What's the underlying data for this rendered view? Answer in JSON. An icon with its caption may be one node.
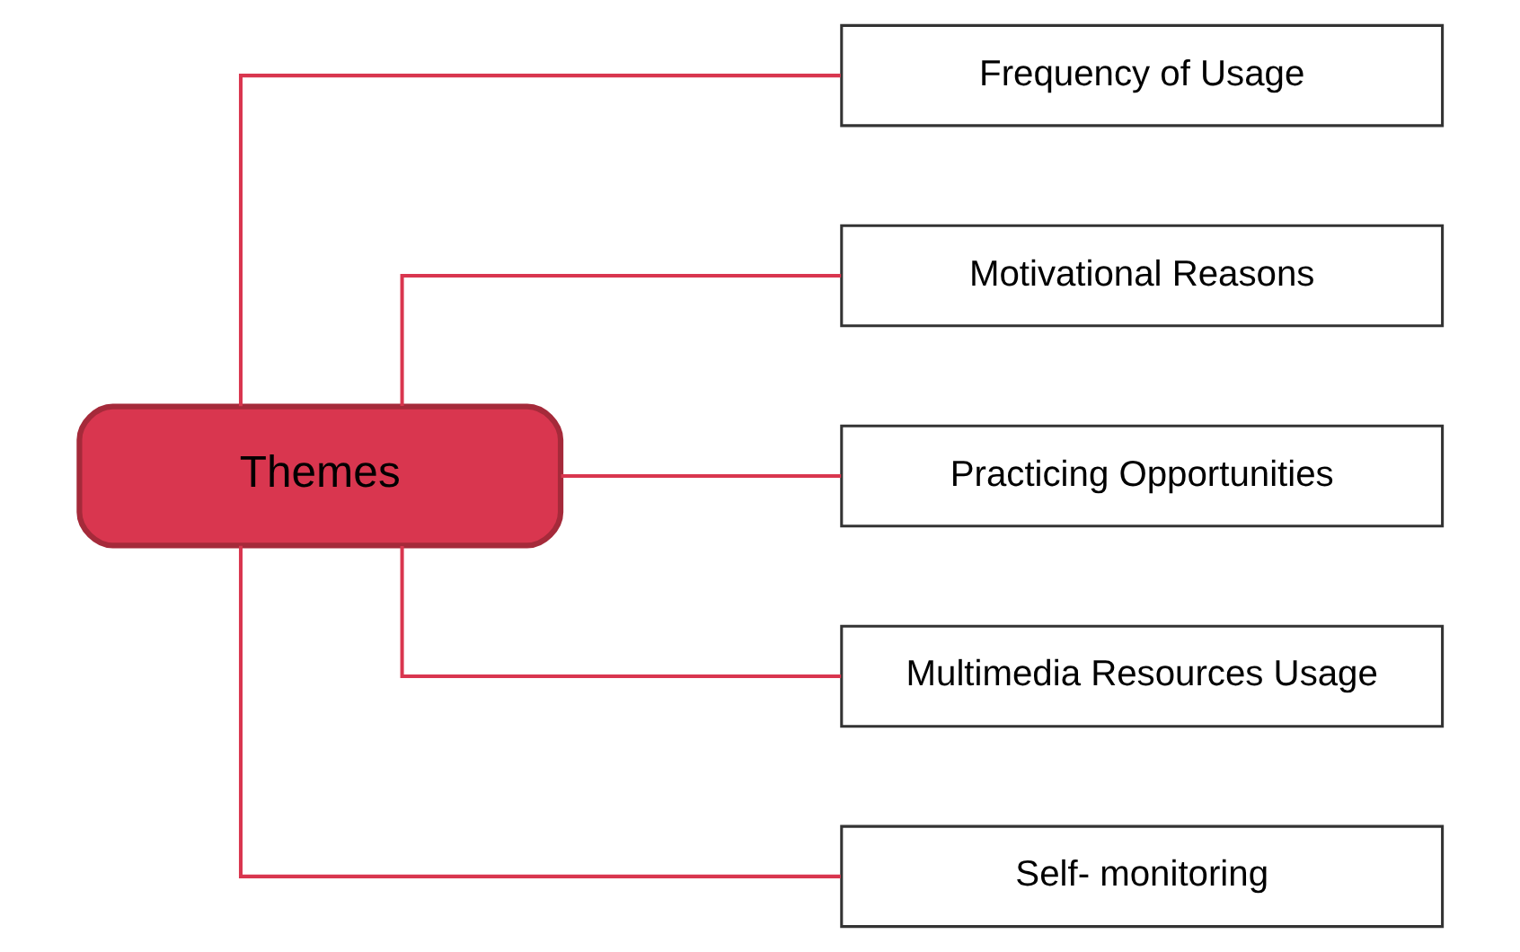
{
  "diagram": {
    "nodes": [
      {
        "text": [
          "Themes"
        ]
      },
      {
        "text": [
          "Frequency of Usage"
        ]
      },
      {
        "text": [
          "Motivational Reasons"
        ]
      },
      {
        "text": [
          "Practicing Opportunities"
        ]
      },
      {
        "text": [
          "Multimedia Resources Usage"
        ]
      },
      {
        "text": [
          "Self- monitoring"
        ]
      }
    ],
    "edges": [
      {
        "from": 0,
        "to": 1,
        "arrow": "none"
      },
      {
        "from": 0,
        "to": 2,
        "arrow": "none"
      },
      {
        "from": 0,
        "to": 3,
        "arrow": "none"
      },
      {
        "from": 0,
        "to": 4,
        "arrow": "none"
      },
      {
        "from": 0,
        "to": 5,
        "arrow": "none"
      }
    ]
  }
}
